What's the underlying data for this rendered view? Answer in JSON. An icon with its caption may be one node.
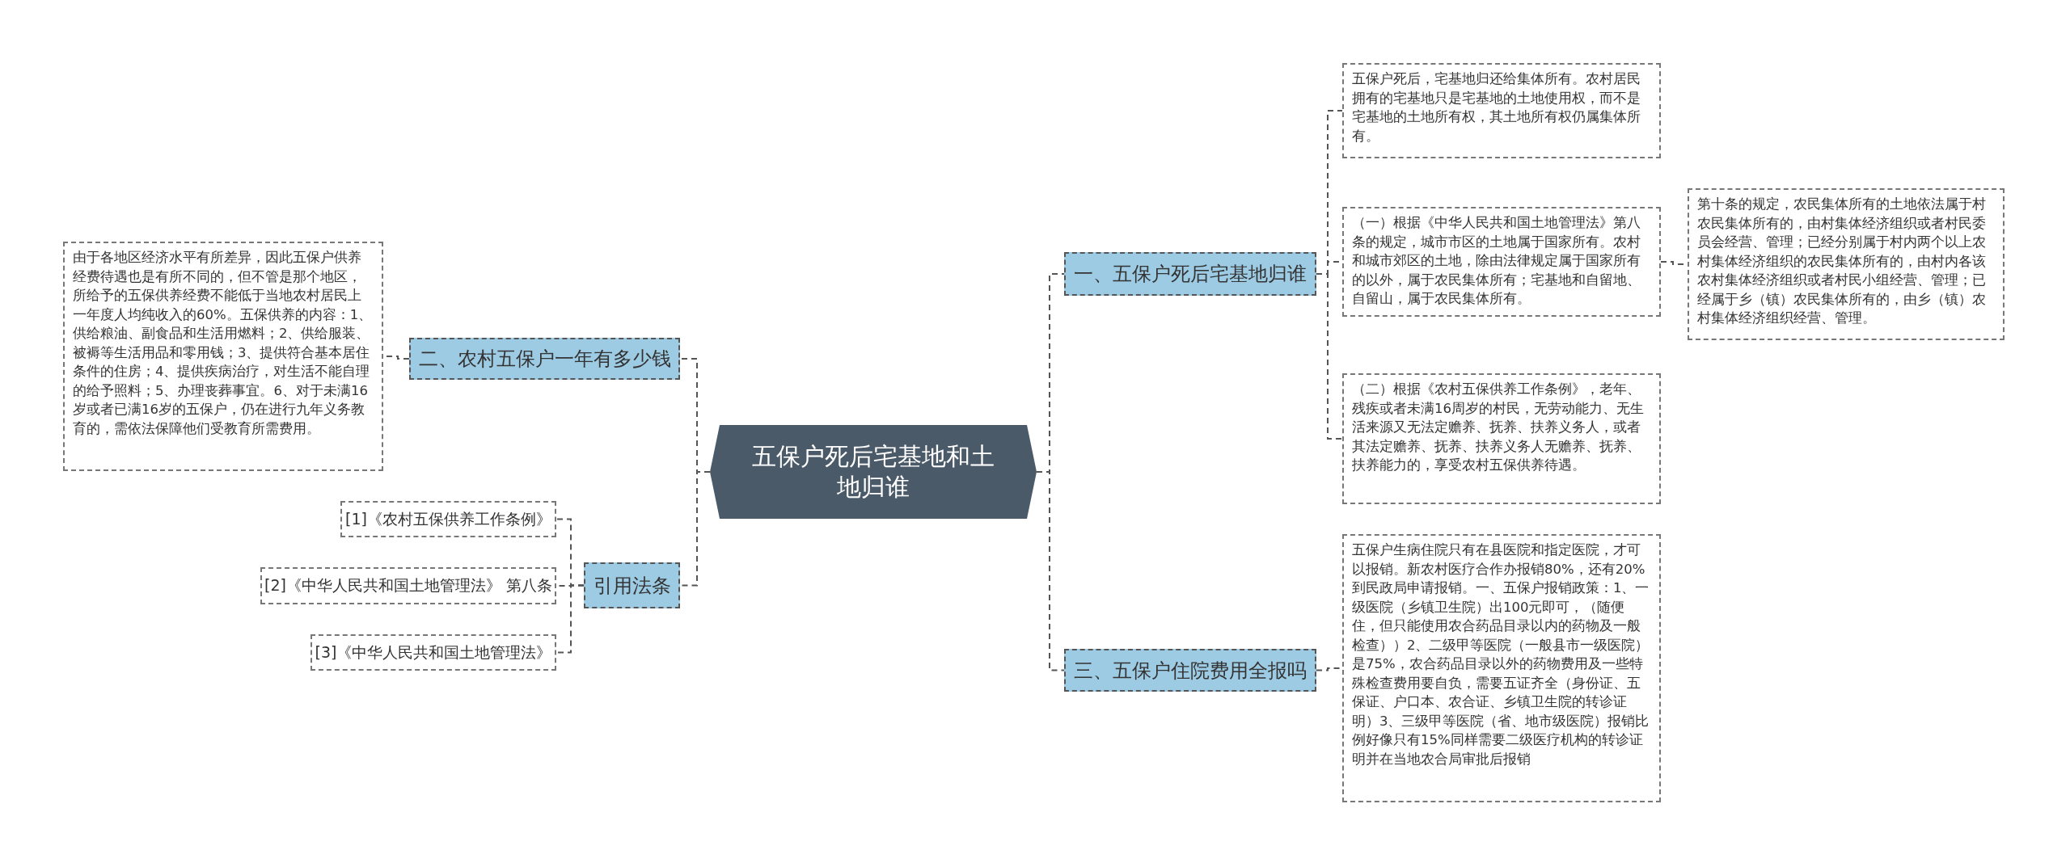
{
  "diagram": {
    "nodes": [
      {
        "text": [
          "五保户死后宅基地和土地归谁"
        ]
      },
      {
        "text": [
          "一、五保户死后宅基地归谁"
        ]
      },
      {
        "text": [
          "五保户死后，宅基地归还给集体所有。农村居民拥有的宅基地只是宅基地的土地使用权，而不是宅基地的土地所有权，其土地所有权仍属集体所有。"
        ]
      },
      {
        "text": [
          "（一）根据《中华人民共和国土地管理法》第八条的规定，城市市区的土地属于国家所有。农村和城市郊区的土地，除由法律规定属于国家所有的以外，属于农民集体所有；宅基地和自留地、自留山，属于农民集体所有。"
        ]
      },
      {
        "text": [
          "第十条的规定，农民集体所有的土地依法属于村农民集体所有的，由村集体经济组织或者村民委员会经营、管理；已经分别属于村内两个以上农村集体经济组织的农民集体所有的，由村内各该农村集体经济组织或者村民小组经营、管理；已经属于乡（镇）农民集体所有的，由乡（镇）农村集体经济组织经营、管理。"
        ]
      },
      {
        "text": [
          "（二）根据《农村五保供养工作条例》，老年、残疾或者未满16周岁的村民，无劳动能力、无生活来源又无法定赡养、抚养、扶养义务人，或者其法定赡养、抚养、扶养义务人无赡养、抚养、扶养能力的，享受农村五保供养待遇。"
        ]
      },
      {
        "text": [
          "三、五保户住院费用全报吗"
        ]
      },
      {
        "text": [
          "五保户生病住院只有在县医院和指定医院，才可以报销。新农村医疗合作办报销80%，还有20%到民政局申请报销。一、五保户报销政策：1、一级医院（乡镇卫生院）出100元即可，（随便住，但只能使用农合药品目录以内的药物及一般检查））2、二级甲等医院（一般县市一级医院）是75%，农合药品目录以外的药物费用及一些特殊检查费用要自负，需要五证齐全（身份证、五保证、户口本、农合证、乡镇卫生院的转诊证明）3、三级甲等医院（省、地市级医院）报销比例好像只有15%同样需要二级医疗机构的转诊证明并在当地农合局审批后报销"
        ]
      },
      {
        "text": [
          "二、农村五保户一年有多少钱"
        ]
      },
      {
        "text": [
          "由于各地区经济水平有所差异，因此五保户供养经费待遇也是有所不同的，但不管是那个地区，所给予的五保供养经费不能低于当地农村居民上一年度人均纯收入的60%。五保供养的内容：1、供给粮油、副食品和生活用燃料；2、供给服装、被褥等生活用品和零用钱；3、提供符合基本居住条件的住房；4、提供疾病治疗，对生活不能自理的给予照料；5、办理丧葬事宜。6、对于未满16岁或者已满16岁的五保户，仍在进行九年义务教育的，需依法保障他们受教育所需费用。"
        ]
      },
      {
        "text": [
          "引用法条"
        ]
      },
      {
        "text": [
          "[1]《农村五保供养工作条例》"
        ]
      },
      {
        "text": [
          "[2]《中华人民共和国土地管理法》 第八条"
        ]
      },
      {
        "text": [
          "[3]《中华人民共和国土地管理法》"
        ]
      }
    ],
    "edges": [
      {
        "from": 0,
        "to": 1,
        "arrow": "none"
      },
      {
        "from": 1,
        "to": 2,
        "arrow": "none"
      },
      {
        "from": 1,
        "to": 3,
        "arrow": "none"
      },
      {
        "from": 3,
        "to": 4,
        "arrow": "none"
      },
      {
        "from": 1,
        "to": 5,
        "arrow": "none"
      },
      {
        "from": 0,
        "to": 6,
        "arrow": "none"
      },
      {
        "from": 6,
        "to": 7,
        "arrow": "none"
      },
      {
        "from": 0,
        "to": 8,
        "arrow": "none"
      },
      {
        "from": 8,
        "to": 9,
        "arrow": "none"
      },
      {
        "from": 0,
        "to": 10,
        "arrow": "none"
      },
      {
        "from": 10,
        "to": 11,
        "arrow": "none"
      },
      {
        "from": 10,
        "to": 12,
        "arrow": "none"
      },
      {
        "from": 10,
        "to": 13,
        "arrow": "none"
      }
    ]
  }
}
